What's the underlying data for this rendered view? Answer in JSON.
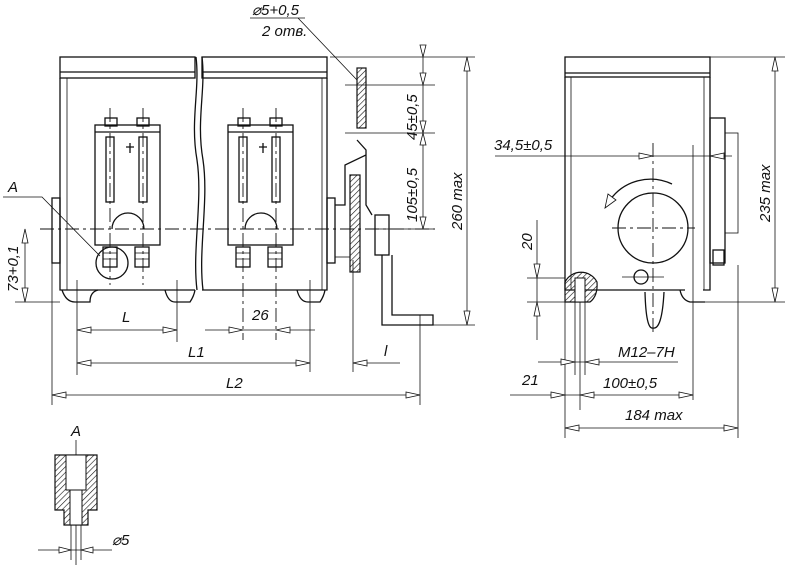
{
  "drawing": {
    "front_view": {
      "hole_callout": "⌀5+0,5",
      "hole_count": "2 отв.",
      "dim_45": "45±0,5",
      "dim_105": "105±0,5",
      "dim_height": "260 max",
      "detail_ref": "A",
      "dim_73": "73+0,1",
      "dim_L": "L",
      "dim_26": "26",
      "dim_L1": "L1",
      "dim_l": "l",
      "dim_L2": "L2"
    },
    "side_view": {
      "dim_34_5": "34,5±0,5",
      "dim_height": "235 max",
      "dim_20": "20",
      "thread": "M12–7H",
      "dim_21": "21",
      "dim_100": "100±0,5",
      "dim_width": "184 max"
    },
    "detail_a": {
      "title": "A",
      "dim_hole": "⌀5"
    }
  }
}
